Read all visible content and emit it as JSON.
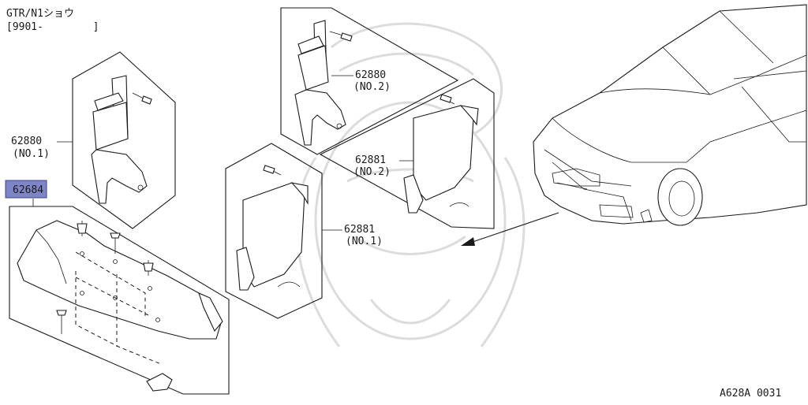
{
  "header": {
    "model_line": "GTR/N1ショウ",
    "date_range": "[9901-        ]"
  },
  "callouts": [
    {
      "id": "62880-no1",
      "part_number": "62880",
      "sub": "(NO.1)"
    },
    {
      "id": "62880-no2",
      "part_number": "62880",
      "sub": "(NO.2)"
    },
    {
      "id": "62881-no2",
      "part_number": "62881",
      "sub": "(NO.2)"
    },
    {
      "id": "62881-no1",
      "part_number": "62881",
      "sub": "(NO.1)"
    },
    {
      "id": "62684",
      "part_number": "62684",
      "sub": "",
      "highlighted": true
    }
  ],
  "footer": {
    "figure_code": "A628A 0031"
  },
  "colors": {
    "highlight": "#7f86c8",
    "ink": "#1a1a1a",
    "watermark": "#d9d9d9"
  }
}
